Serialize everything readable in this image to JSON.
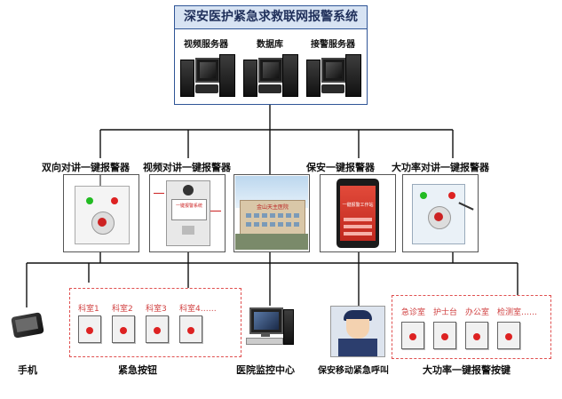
{
  "title": "深安医护紧急求救联网报警系统",
  "servers": [
    {
      "label": "视频服务器"
    },
    {
      "label": "数据库"
    },
    {
      "label": "接警服务器"
    }
  ],
  "products": [
    {
      "label": "双向对讲一键报警器"
    },
    {
      "label": "视频对讲一键报警器"
    },
    {
      "label": ""
    },
    {
      "label": "保安一键报警器"
    },
    {
      "label": "大功率对讲一键报警器"
    }
  ],
  "bottom": {
    "phone_label": "手机",
    "emergency_label": "紧急按钮",
    "monitor_label": "医院监控中心",
    "guard_label": "保安移动紧急呼叫",
    "power_label": "大功率一键报警按键"
  },
  "emergency_buttons": [
    "科室1",
    "科室2",
    "科室3",
    "科室4……"
  ],
  "power_buttons": [
    "急诊室",
    "护士台",
    "办公室",
    "检测室……"
  ],
  "photo_text": {
    "hospital_sign": "金山天主医院",
    "phone_screen": "一键报警工作站",
    "video_panel": "一键报警系统"
  },
  "colors": {
    "title_bg": "#d7e3f3",
    "title_border": "#2f5597",
    "dash": "#e05050",
    "button_dot": "#dd2222"
  }
}
